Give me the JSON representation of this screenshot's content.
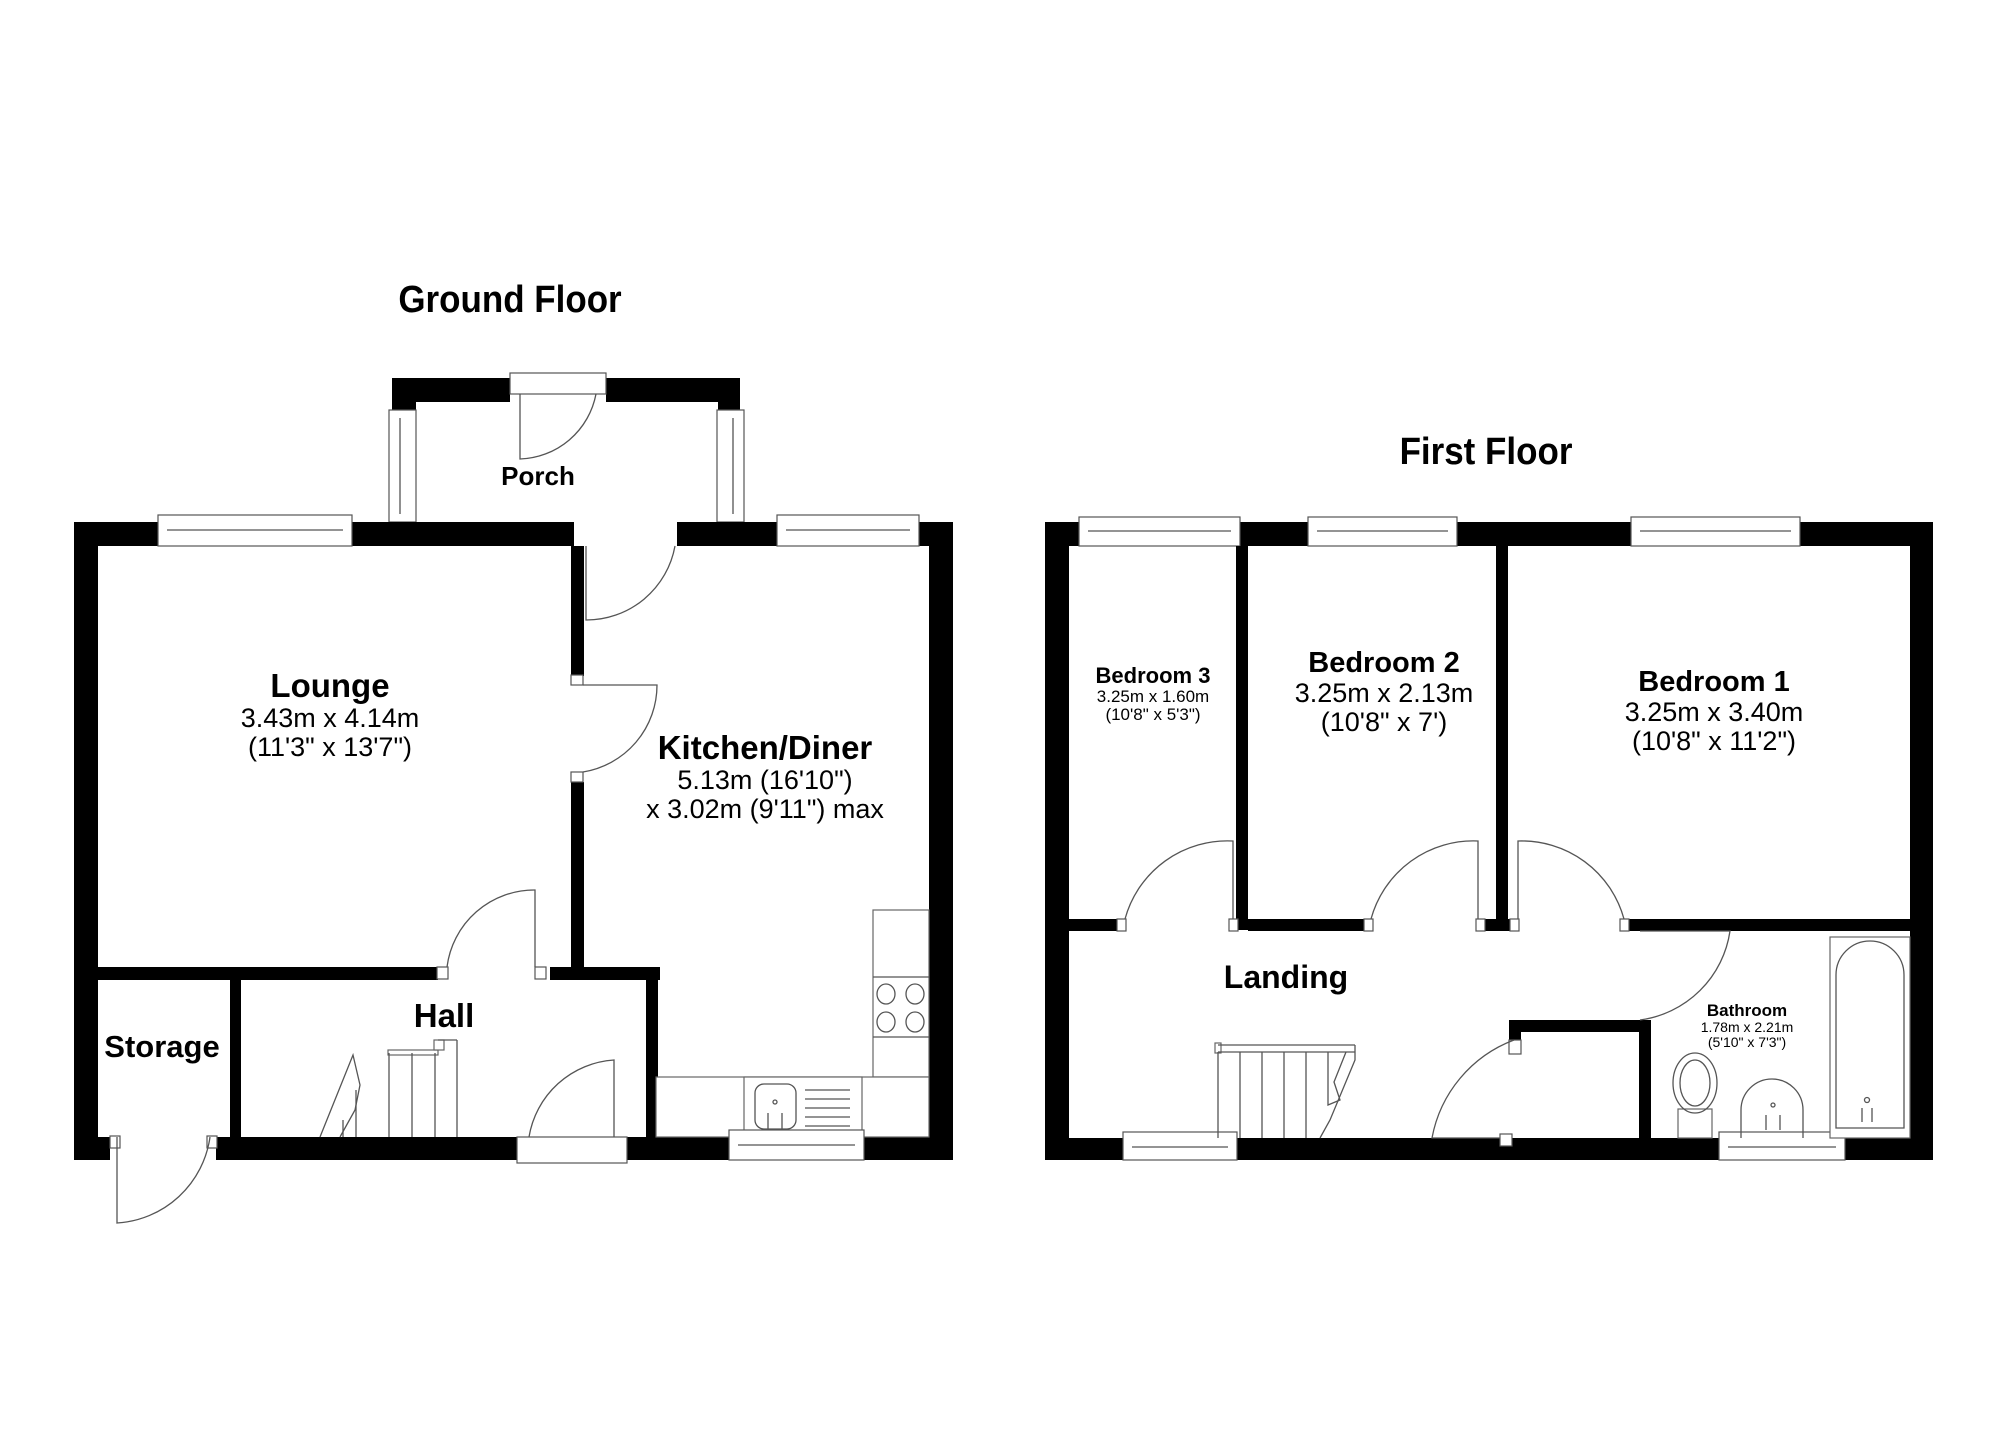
{
  "ground_floor": {
    "title": "Ground Floor",
    "rooms": {
      "porch": {
        "name": "Porch"
      },
      "lounge": {
        "name": "Lounge",
        "dim_metric": "3.43m x 4.14m",
        "dim_imperial": "(11'3\" x 13'7\")"
      },
      "kitchen": {
        "name": "Kitchen/Diner",
        "dim_line1": "5.13m (16'10\")",
        "dim_line2": "x 3.02m (9'11\") max"
      },
      "hall": {
        "name": "Hall"
      },
      "storage": {
        "name": "Storage"
      }
    }
  },
  "first_floor": {
    "title": "First Floor",
    "rooms": {
      "bedroom3": {
        "name": "Bedroom 3",
        "dim_metric": "3.25m x 1.60m",
        "dim_imperial": "(10'8\" x 5'3\")"
      },
      "bedroom2": {
        "name": "Bedroom 2",
        "dim_metric": "3.25m x 2.13m",
        "dim_imperial": "(10'8\" x 7')"
      },
      "bedroom1": {
        "name": "Bedroom 1",
        "dim_metric": "3.25m x 3.40m",
        "dim_imperial": "(10'8\" x 11'2\")"
      },
      "landing": {
        "name": "Landing"
      },
      "bathroom": {
        "name": "Bathroom",
        "dim_metric": "1.78m x 2.21m",
        "dim_imperial": "(5'10\" x 7'3\")"
      }
    }
  },
  "colors": {
    "wall": "#000000",
    "line": "#555555",
    "background": "#ffffff"
  }
}
